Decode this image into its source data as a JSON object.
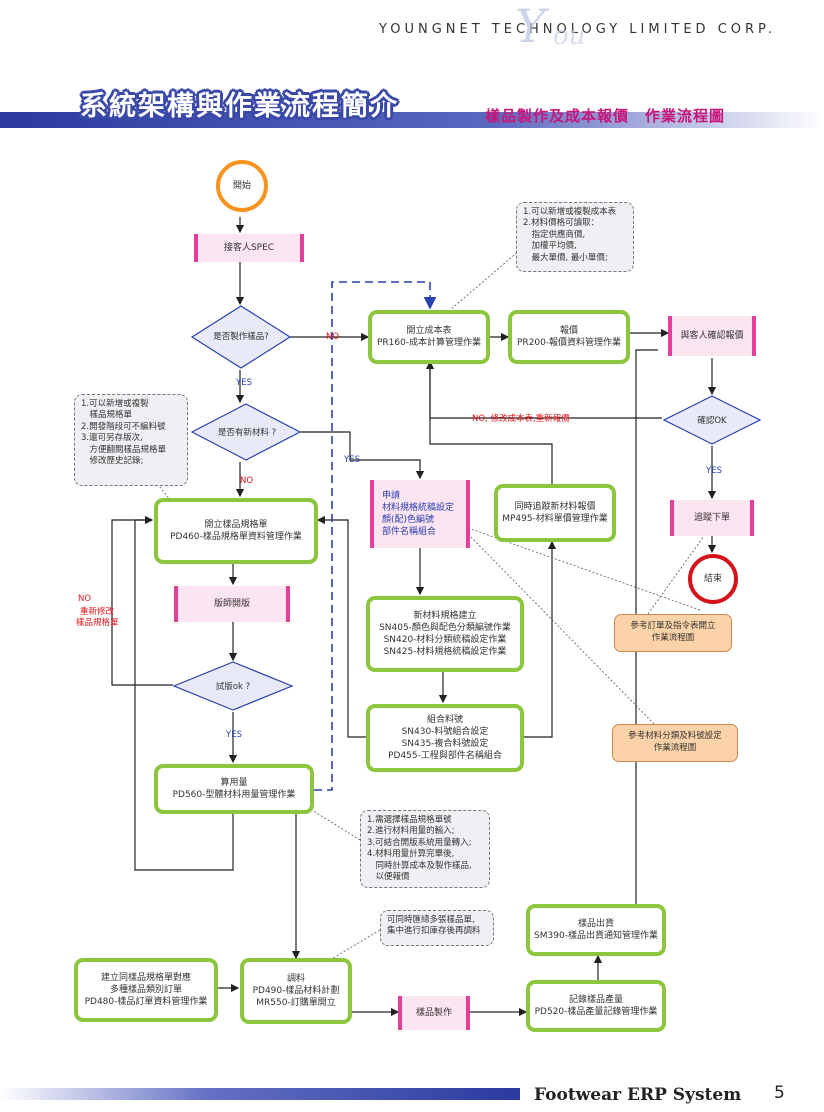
{
  "header": {
    "company": "YOUNGNET TECHNOLOGY LIMITED CORP.",
    "title": "系統架構與作業流程簡介",
    "subtitle": "樣品製作及成本報價　作業流程圖"
  },
  "footer": {
    "system": "Footwear ERP System",
    "page": "5"
  },
  "colors": {
    "green_border": "#8cc63f",
    "pink": "#e0409a",
    "orange": "#f7931e",
    "red": "#d4141a",
    "banner": "#3a48a8"
  },
  "nodes": {
    "start": "開始",
    "receive_spec": "接客人SPEC",
    "is_make_sample": "是否製作樣品?",
    "is_new_material": "是否有新材料 ?",
    "open_spec": {
      "title": "開立樣品規格單",
      "sub": "PD460-樣品規格單資料管理作業"
    },
    "master_pattern": "版師開版",
    "sample_ok": "試版ok ?",
    "calc_usage": {
      "title": "算用量",
      "sub": "PD560-型體材料用量管理作業"
    },
    "cost_sheet": {
      "title": "開立成本表",
      "sub": "PR160-成本計算管理作業"
    },
    "quote": {
      "title": "報價",
      "sub": "PR200-報價資料管理作業"
    },
    "customer_confirm": "與客人確認報價",
    "confirm_ok": "確認OK",
    "place_order": "追蹤下單",
    "end": "結束",
    "apply_material": {
      "line1": "申請",
      "line2": "材料規格統稿設定",
      "line3": "顏(配)色編號",
      "line4": "部件名稱組合"
    },
    "new_material_spec": {
      "title": "新材料規格建立",
      "l1": "SN405-顏色與配色分類編號作業",
      "l2": "SN420-材料分類統稿設定作業",
      "l3": "SN425-材料規格統稿設定作業"
    },
    "combine_material": {
      "title": "組合料號",
      "l1": "SN430-料號組合設定",
      "l2": "SN435-複合料號設定",
      "l3": "PD455-工程與部件名稱組合"
    },
    "track_price": {
      "title": "同時追蹤新材料報價",
      "sub": "MP495-材料單價管理作業"
    },
    "build_order": {
      "l1": "建立同樣品規格單對應",
      "l2": "多種樣品類別訂單",
      "l3": "PD480-樣品訂單資料管理作業"
    },
    "allocate": {
      "title": "調料",
      "l1": "PD490-樣品材料計劃",
      "l2": "MR550-訂購單開立"
    },
    "sample_make": "樣品製作",
    "record_qty": {
      "title": "記錄樣品產量",
      "sub": "PD520-樣品產量記錄管理作業"
    },
    "sample_ship": {
      "title": "樣品出貨",
      "sub": "SM390-樣品出貨通知管理作業"
    }
  },
  "notes": {
    "cost_note": "1.可以新增或複製成本表\n2.材料價格可讀取：\n　指定供應商價,\n　加權平均價,\n　最大單價, 最小單價;",
    "spec_note": "1.可以新增或複製\n　樣品規格單\n2.開發階段可不編料號\n3.還可另存版次,\n　方便翻閱樣品規格單\n　修改歷史記錄;",
    "usage_note": "1.需選擇樣品規格單號\n2.進行材料用量的輸入;\n3.可結合開版系統用量轉入;\n4.材料用量計算完畢後,\n　同時計算成本及製作樣品,\n　以便報價",
    "batch_note": "可同時匯總多張樣品單,\n集中進行扣庫存後再調料",
    "order_ref": {
      "l1": "參考訂單及指令表開立",
      "l2": "作業流程圖"
    },
    "material_ref": {
      "l1": "參考材料分類及料號設定",
      "l2": "作業流程圖"
    }
  },
  "labels": {
    "no1": "NO",
    "yes1": "YES",
    "yes2": "YES",
    "no2": "NO",
    "no_modify": "NO, 修改成本表,重新報價",
    "no3": "NO",
    "redo": "重新修改",
    "redo2": "樣品規格單",
    "yes3": "YES",
    "yes4": "YES"
  }
}
